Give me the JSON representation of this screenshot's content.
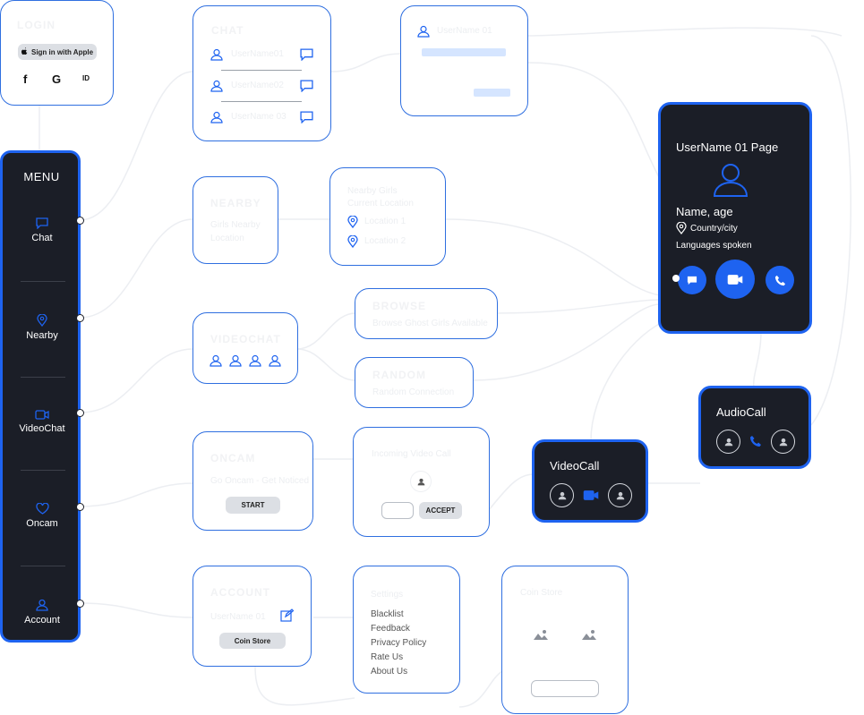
{
  "login": {
    "title": "LOGIN",
    "apple_button": "Sign in with Apple",
    "social_icons": [
      "facebook-icon",
      "google-icon"
    ],
    "id_label": "ID"
  },
  "menu": {
    "title": "MENU",
    "items": [
      {
        "label": "Chat",
        "icon": "chat-icon"
      },
      {
        "label": "Nearby",
        "icon": "location-pin-icon"
      },
      {
        "label": "VideoChat",
        "icon": "video-icon"
      },
      {
        "label": "Oncam",
        "icon": "heart-icon"
      },
      {
        "label": "Account",
        "icon": "user-icon"
      }
    ]
  },
  "chat": {
    "title": "CHAT",
    "rows": [
      "UserName01",
      "UserName02",
      "UserName 03"
    ]
  },
  "chat_detail": {
    "username": "UserName 01"
  },
  "nearby": {
    "title": "NEARBY",
    "line1": "Girls Nearby",
    "line2": "Location"
  },
  "nearby_detail": {
    "line1": "Nearby Girls",
    "line2": "Current Location",
    "loc1": "Location 1",
    "loc2": "Location 2"
  },
  "videochat": {
    "title": "VIDEOCHAT"
  },
  "browse": {
    "title": "BROWSE",
    "subtitle": "Browse Ghost Girls Available"
  },
  "random": {
    "title": "RANDOM",
    "subtitle": "Random Connection"
  },
  "oncam": {
    "title": "ONCAM",
    "subtitle": "Go Oncam - Get Noticed",
    "start_button": "START"
  },
  "incoming": {
    "title": "Incoming Video Call",
    "accept_button": "ACCEPT"
  },
  "account": {
    "title": "ACCOUNT",
    "subtitle": "UserName 01",
    "coin_button": "Coin Store"
  },
  "settings": {
    "title": "Settings",
    "items": [
      "Blacklist",
      "Feedback",
      "Privacy Policy",
      "Rate Us",
      "About Us"
    ]
  },
  "coin_store": {
    "title": "Coin Store"
  },
  "profile": {
    "title": "UserName 01 Page",
    "name_age": "Name, age",
    "location": "Country/city",
    "languages": "Languages spoken"
  },
  "audio_call": {
    "title": "AudioCall"
  },
  "video_call": {
    "title": "VideoCall"
  },
  "colors": {
    "accent": "#1e63f0",
    "dark": "#1b1e27",
    "border": "#2f6fe0",
    "bubble": "#d5e5ff"
  }
}
